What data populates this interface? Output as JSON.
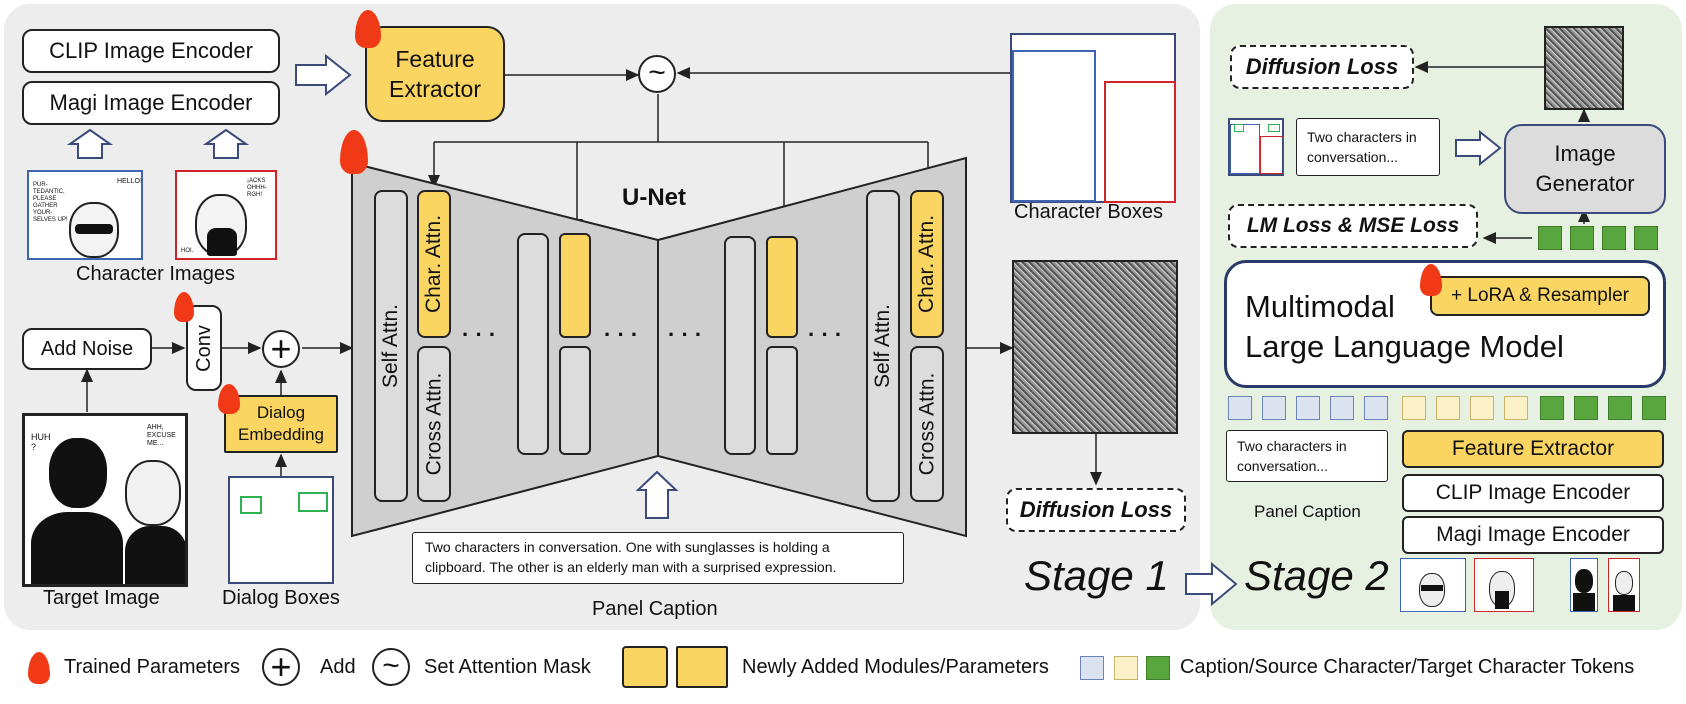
{
  "stage1": {
    "clip_encoder": "CLIP Image Encoder",
    "magi_encoder": "Magi Image Encoder",
    "feature_extractor": "Feature Extractor",
    "character_images_label": "Character Images",
    "add_noise": "Add Noise",
    "conv": "Conv",
    "dialog_embedding": "Dialog Embedding",
    "target_image_label": "Target Image",
    "dialog_boxes_label": "Dialog Boxes",
    "unet_title": "U-Net",
    "self_attn": "Self Attn.",
    "char_attn": "Char. Attn.",
    "cross_attn": "Cross Attn.",
    "ellipsis": "· · ·",
    "caption_text": "Two characters in conversation. One with sunglasses is holding a clipboard. The other is an elderly man with a surprised expression.",
    "panel_caption_label": "Panel Caption",
    "character_boxes_label": "Character Boxes",
    "diffusion_loss": "Diffusion Loss",
    "stage_label": "Stage 1",
    "manga_bubbles": {
      "img1_a": "HELLO!",
      "img1_b": "PUR-TEDANTIC, PLEASE GATHER YOUR-SELVES UP!",
      "img2_a": "¡ACKS OHHH-RGH!",
      "img2_b": "HOI.",
      "target_a": "HUH ?",
      "target_b": "AHH, EXCUSE ME..."
    }
  },
  "stage2": {
    "diffusion_loss": "Diffusion Loss",
    "caption_short": "Two characters in conversation...",
    "image_generator": "Image Generator",
    "lm_loss": "LM Loss & MSE Loss",
    "mllm_line1": "Multimodal",
    "mllm_line2": "Large Language Model",
    "lora": "+ LoRA & Resampler",
    "caption_short_2": "Two characters in conversation...",
    "panel_caption_label": "Panel Caption",
    "feature_extractor": "Feature Extractor",
    "clip_encoder": "CLIP Image Encoder",
    "magi_encoder": "Magi Image Encoder",
    "stage_label": "Stage 2"
  },
  "legend": {
    "trained": "Trained Parameters",
    "add": "Add",
    "mask": "Set Attention Mask",
    "new_modules": "Newly Added Modules/Parameters",
    "tokens": "Caption/Source Character/Target Character Tokens"
  },
  "colors": {
    "yellow": "#fad562",
    "caption_token": "#dbe3f1",
    "source_token": "#fdf1c8",
    "target_token": "#5aa63e",
    "flame": "#f03a17",
    "blue_box": "#3e64b4",
    "red_box": "#d2232a",
    "green_box": "#2fb24f"
  }
}
